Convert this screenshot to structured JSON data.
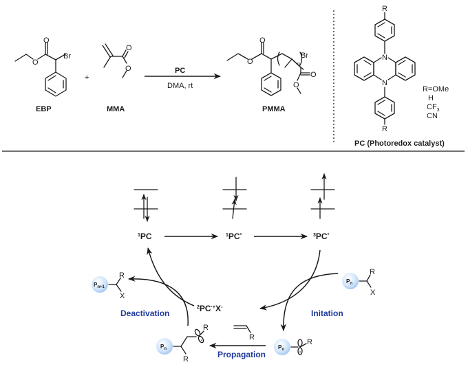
{
  "reaction": {
    "reactant1": "EBP",
    "plus": "+",
    "reactant2": "MMA",
    "arrow_top": "PC",
    "arrow_bottom": "DMA, rt",
    "product": "PMMA",
    "atoms": {
      "O": "O",
      "Br": "Br",
      "n": "n"
    }
  },
  "catalyst": {
    "label": "PC (Photoredox catalyst)",
    "R": "R",
    "N": "N",
    "r_options": [
      "R=OMe",
      "H",
      "CF3",
      "CN"
    ],
    "cf": "CF",
    "cf_sub": "3"
  },
  "cycle": {
    "states": [
      {
        "sup": "1",
        "main": "PC",
        "star": ""
      },
      {
        "sup": "1",
        "main": "PC",
        "star": "*"
      },
      {
        "sup": "3",
        "main": "PC",
        "star": "*"
      }
    ],
    "center": {
      "sup": "2",
      "main": "PC",
      "charge": "·+",
      "anion": "X",
      "anion_charge": "-"
    },
    "labels": {
      "deactivation": "Deactivation",
      "initiation": "Initation",
      "propagation": "Propagation"
    },
    "polymer": {
      "pn": "P",
      "pn_sub": "n",
      "pn1_sub": "n+1",
      "R": "R",
      "X": "X"
    }
  },
  "colors": {
    "label_blue": "#1f3a9c",
    "sphere_fill": "#cfe3fb",
    "sphere_edge": "#a9c8f0"
  }
}
